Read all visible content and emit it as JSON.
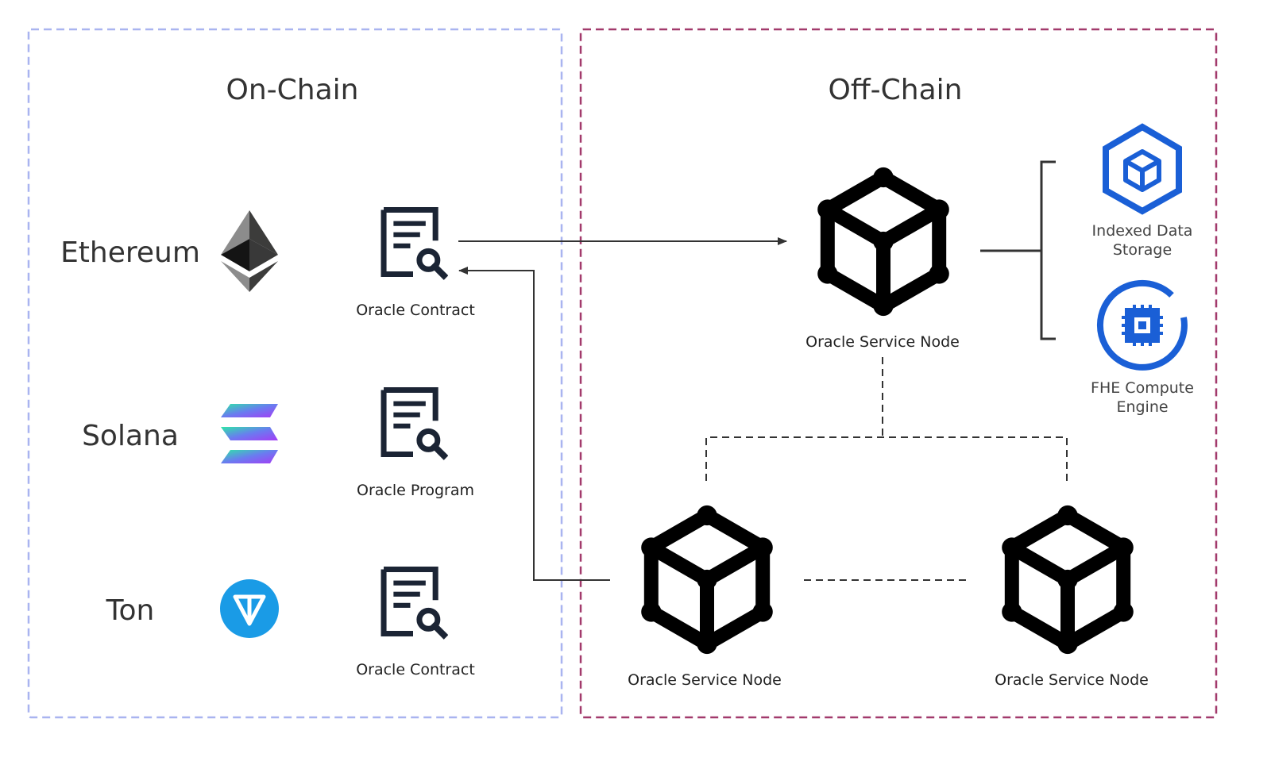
{
  "on_chain": {
    "title": "On-Chain",
    "chains": [
      {
        "name": "Ethereum",
        "icon": "ethereum-icon",
        "oracle_label": "Oracle Contract"
      },
      {
        "name": "Solana",
        "icon": "solana-icon",
        "oracle_label": "Oracle Program"
      },
      {
        "name": "Ton",
        "icon": "ton-icon",
        "oracle_label": "Oracle Contract"
      }
    ]
  },
  "off_chain": {
    "title": "Off-Chain",
    "main_node": {
      "label": "Oracle Service Node",
      "icon": "cube-node-icon"
    },
    "peer_nodes": [
      {
        "label": "Oracle Service Node",
        "icon": "cube-node-icon"
      },
      {
        "label": "Oracle Service Node",
        "icon": "cube-node-icon"
      }
    ],
    "services": [
      {
        "line1": "Indexed Data",
        "line2": "Storage",
        "icon": "hexagon-cube-icon"
      },
      {
        "line1": "FHE Compute",
        "line2": "Engine",
        "icon": "chip-icon"
      }
    ]
  },
  "colors": {
    "on_chain_border": "#a9b4f0",
    "off_chain_border": "#a23a6c",
    "oracle_doc": "#1b2434",
    "node": "#000000",
    "service_blue": "#1a5fd6",
    "ton_blue": "#1a9be6"
  }
}
